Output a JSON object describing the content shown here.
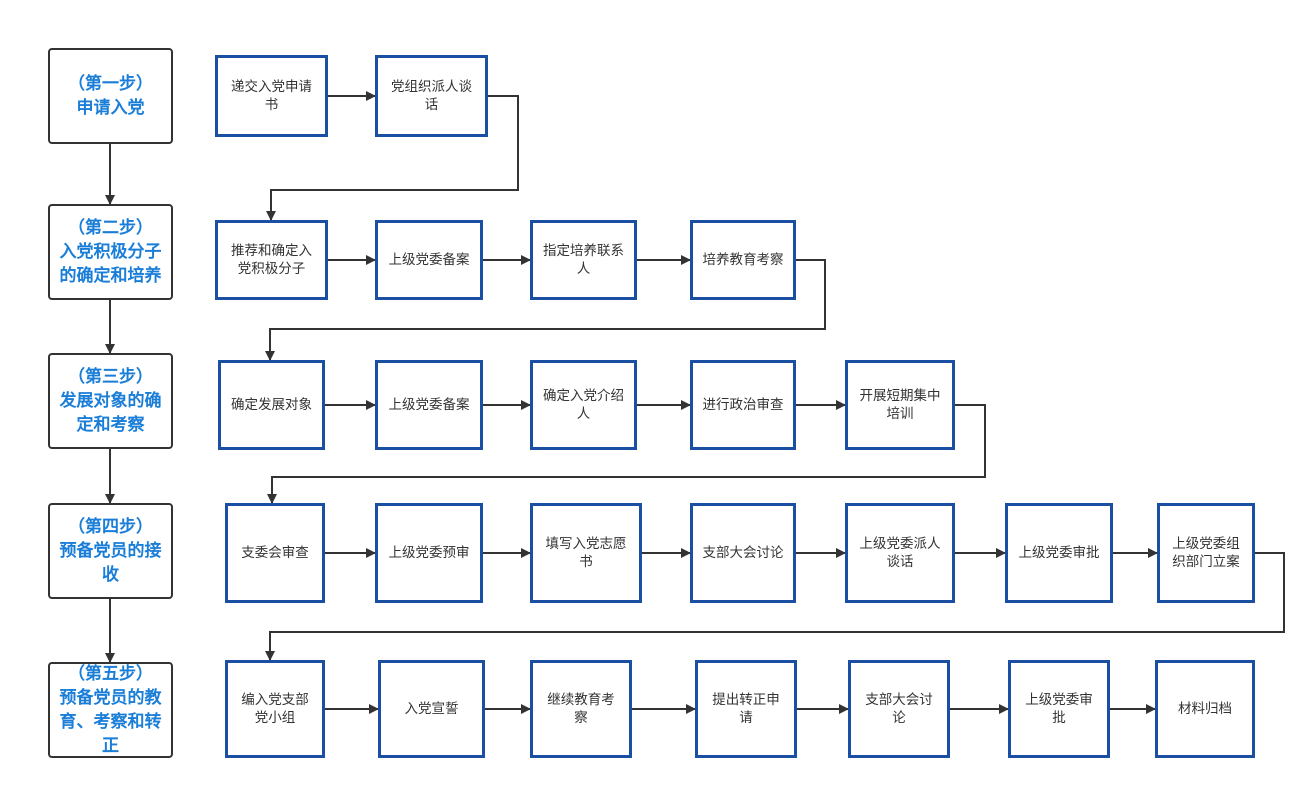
{
  "steps": [
    {
      "label": "（第一步）\n申请入党",
      "nodes": [
        "递交入党申请书",
        "党组织派人谈话"
      ]
    },
    {
      "label": "（第二步）\n入党积极分子的确定和培养",
      "nodes": [
        "推荐和确定入党积极分子",
        "上级党委备案",
        "指定培养联系人",
        "培养教育考察"
      ]
    },
    {
      "label": "（第三步）\n发展对象的确定和考察",
      "nodes": [
        "确定发展对象",
        "上级党委备案",
        "确定入党介绍人",
        "进行政治审查",
        "开展短期集中培训"
      ]
    },
    {
      "label": "（第四步）\n预备党员的接收",
      "nodes": [
        "支委会审查",
        "上级党委预审",
        "填写入党志愿书",
        "支部大会讨论",
        "上级党委派人谈话",
        "上级党委审批",
        "上级党委组织部门立案"
      ]
    },
    {
      "label": "（第五步）\n预备党员的教育、考察和转正",
      "nodes": [
        "编入党支部党小组",
        "入党宣誓",
        "继续教育考察",
        "提出转正申请",
        "支部大会讨论",
        "上级党委审批",
        "材料归档"
      ]
    }
  ],
  "colors": {
    "step_text": "#1a7ed8",
    "node_border": "#1a4fa3",
    "line": "#333333"
  }
}
